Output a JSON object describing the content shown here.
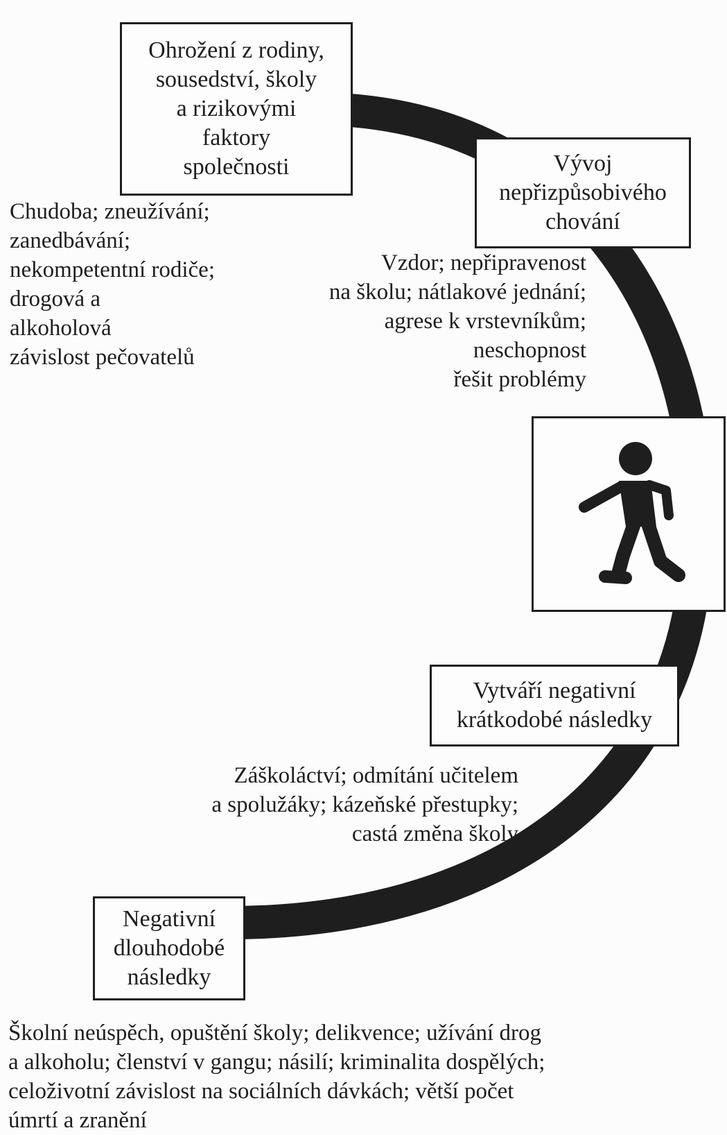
{
  "boxes": {
    "threats": "Ohrožení z rodiny,\nsousedství, školy\na rizikovými\nfaktory\nspolečnosti",
    "development": "Vývoj\nnepřizpůsobivého\nchování",
    "short_term": "Vytváří negativní\nkrátkodobé následky",
    "long_term": "Negativní\ndlouhodobé\nnásledky"
  },
  "notes": {
    "risk_factors": "Chudoba; zneužívání;\nzanedbávání;\nnekompetentní rodiče;\ndrogová a\nalkoholová\nzávislost pečovatelů",
    "behaviors": "Vzdor; nepřipravenost\nna školu; nátlakové jednání;\nagrese k vrstevníkům;\nneschopnost\nřešit problémy",
    "short_term_effects": "Záškoláctví; odmítání učitelem\na spolužáky; kázeňské přestupky;\ncastá změna školy",
    "long_term_effects": "Školní neúspěch, opuštění školy; delikvence; užívání drog\na alkoholu; členství v gangu; násilí; kriminalita dospělých;\nceloživotní závislost na sociálních dávkách; větší počet\númrtí a zranění"
  },
  "icons": {
    "figure": "walking-person-icon"
  },
  "colors": {
    "ink": "#1e1e1e",
    "paper": "#fcfcfc"
  }
}
